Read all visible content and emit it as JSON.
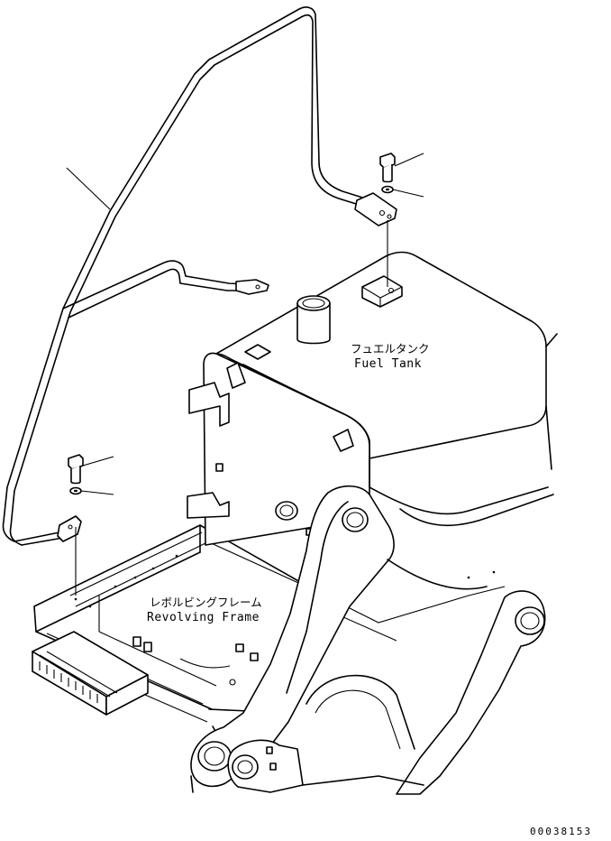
{
  "labels": {
    "fuel_tank_ja": "フュエルタンク",
    "fuel_tank_en": "Fuel Tank",
    "revolving_frame_ja": "レボルビングフレーム",
    "revolving_frame_en": "Revolving Frame"
  },
  "document_number": "00038153"
}
